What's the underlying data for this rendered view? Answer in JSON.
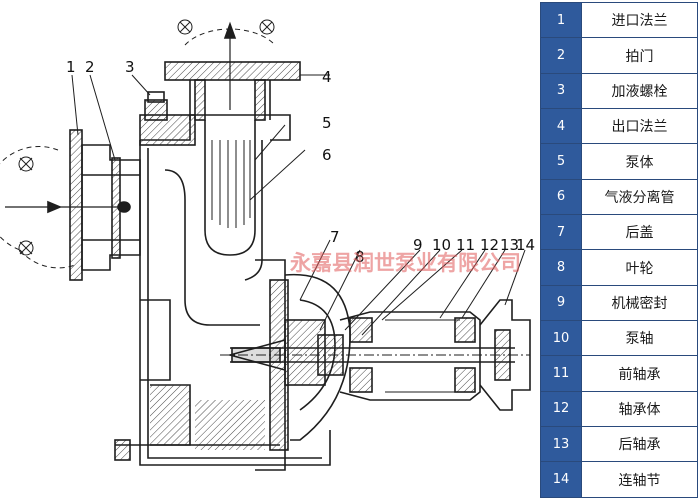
{
  "callout_numbers": [
    "1",
    "2",
    "3",
    "4",
    "5",
    "6",
    "7",
    "8",
    "9",
    "10",
    "11",
    "12",
    "13",
    "14"
  ],
  "watermark": "永嘉县润世泵业有限公司",
  "parts": [
    {
      "no": "1",
      "name": "进口法兰"
    },
    {
      "no": "2",
      "name": "拍门"
    },
    {
      "no": "3",
      "name": "加液螺栓"
    },
    {
      "no": "4",
      "name": "出口法兰"
    },
    {
      "no": "5",
      "name": "泵体"
    },
    {
      "no": "6",
      "name": "气液分离管"
    },
    {
      "no": "7",
      "name": "后盖"
    },
    {
      "no": "8",
      "name": "叶轮"
    },
    {
      "no": "9",
      "name": "机械密封"
    },
    {
      "no": "10",
      "name": "泵轴"
    },
    {
      "no": "11",
      "name": "前轴承"
    },
    {
      "no": "12",
      "name": "轴承体"
    },
    {
      "no": "13",
      "name": "后轴承"
    },
    {
      "no": "14",
      "name": "连轴节"
    }
  ],
  "colors": {
    "table_number_bg": "#2f5a9c",
    "line": "#1e1e1e",
    "watermark": "#e05a5a"
  }
}
